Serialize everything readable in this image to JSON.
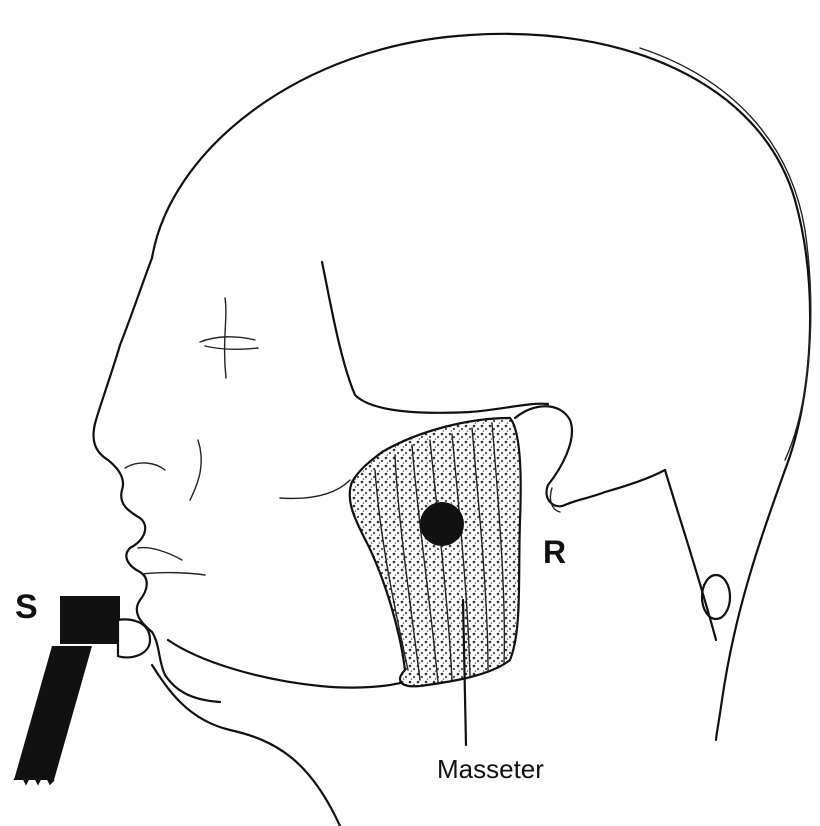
{
  "labels": {
    "stimulus": "S",
    "recording": "R",
    "muscle": "Masseter"
  },
  "colors": {
    "ink": "#111111",
    "background": "#ffffff",
    "muscle_fill": "#d8d8d8"
  },
  "icons": {
    "electrode": "filled-circle",
    "stimulator": "stimulator-probe"
  }
}
